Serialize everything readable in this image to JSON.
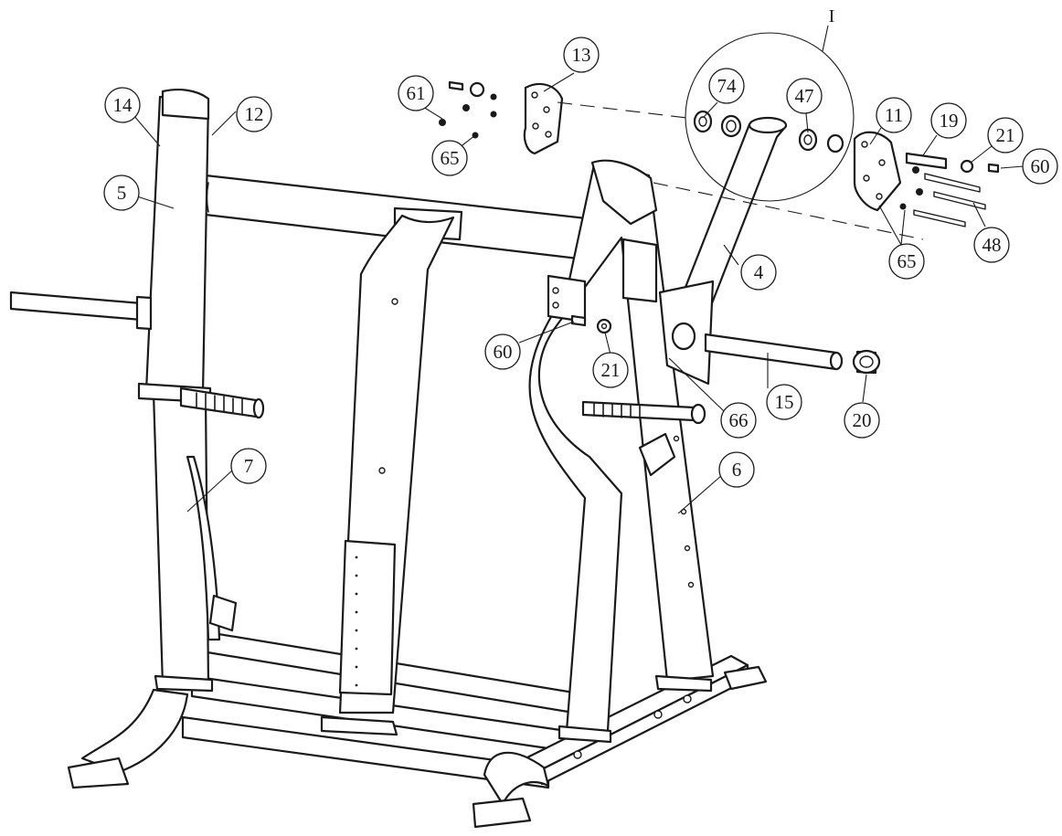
{
  "detail_label": "I",
  "callouts": [
    {
      "id": "c13",
      "label": "13"
    },
    {
      "id": "c61",
      "label": "61"
    },
    {
      "id": "c65a",
      "label": "65"
    },
    {
      "id": "c74",
      "label": "74"
    },
    {
      "id": "c47",
      "label": "47"
    },
    {
      "id": "c11",
      "label": "11"
    },
    {
      "id": "c19",
      "label": "19"
    },
    {
      "id": "c21a",
      "label": "21"
    },
    {
      "id": "c60a",
      "label": "60"
    },
    {
      "id": "c48",
      "label": "48"
    },
    {
      "id": "c65b",
      "label": "65"
    },
    {
      "id": "c4",
      "label": "4"
    },
    {
      "id": "c14",
      "label": "14"
    },
    {
      "id": "c12",
      "label": "12"
    },
    {
      "id": "c5",
      "label": "5"
    },
    {
      "id": "c60b",
      "label": "60"
    },
    {
      "id": "c21b",
      "label": "21"
    },
    {
      "id": "c15",
      "label": "15"
    },
    {
      "id": "c20",
      "label": "20"
    },
    {
      "id": "c66",
      "label": "66"
    },
    {
      "id": "c7",
      "label": "7"
    },
    {
      "id": "c6",
      "label": "6"
    }
  ]
}
